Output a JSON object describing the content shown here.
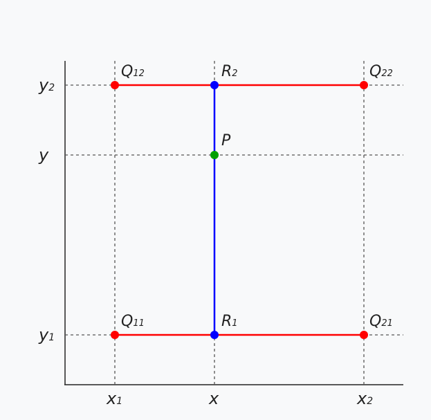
{
  "colors": {
    "background": "#f8f9fa",
    "axis": "#222222",
    "guide": "#555555",
    "red": "#ff0000",
    "blue": "#0000ff",
    "green": "#00a000"
  },
  "axis_labels": {
    "x1": {
      "main": "x",
      "sub": "1"
    },
    "x": {
      "main": "x",
      "sub": ""
    },
    "x2": {
      "main": "x",
      "sub": "2"
    },
    "y1": {
      "main": "y",
      "sub": "1"
    },
    "y": {
      "main": "y",
      "sub": ""
    },
    "y2": {
      "main": "y",
      "sub": "2"
    }
  },
  "point_labels": {
    "Q12": {
      "main": "Q",
      "sub": "12"
    },
    "Q22": {
      "main": "Q",
      "sub": "22"
    },
    "Q11": {
      "main": "Q",
      "sub": "11"
    },
    "Q21": {
      "main": "Q",
      "sub": "21"
    },
    "R1": {
      "main": "R",
      "sub": "1"
    },
    "R2": {
      "main": "R",
      "sub": "2"
    },
    "P": {
      "main": "P",
      "sub": ""
    }
  }
}
